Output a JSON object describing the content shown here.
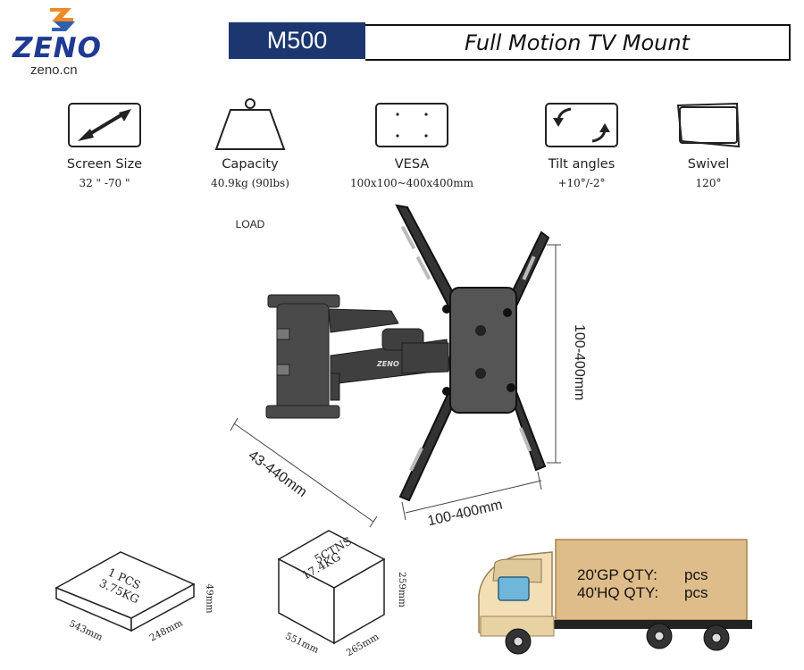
{
  "brand": {
    "name": "ZENO",
    "url": "zeno.cn"
  },
  "header": {
    "model": "M500",
    "title": "Full Motion TV Mount"
  },
  "specs": [
    {
      "name": "Screen Size",
      "value": "32 \" -70 \"",
      "icon": "diagonal-arrow-icon"
    },
    {
      "name": "Capacity",
      "value": "40.9kg (90lbs)",
      "icon": "weight-icon",
      "icon_label": "LOAD"
    },
    {
      "name": "VESA",
      "value": "100x100~400x400mm",
      "icon": "vesa-holes-icon"
    },
    {
      "name": "Tilt angles",
      "value": "+10°/-2°",
      "icon": "tilt-arrows-icon"
    },
    {
      "name": "Swivel",
      "value": "120°",
      "icon": "swivel-icon"
    }
  ],
  "product": {
    "arm_brand": "ZENO",
    "dim_height": "100-400mm",
    "dim_width": "100-400mm",
    "dim_extension": "43-440mm"
  },
  "package_single": {
    "label_line1": "1 PCS",
    "label_line2": "3.75KG",
    "length": "543mm",
    "width": "248mm",
    "height": "49mm"
  },
  "package_carton": {
    "label_line1": "5CTNS",
    "label_line2": "17.4KG",
    "length": "551mm",
    "width": "265mm",
    "height": "259mm"
  },
  "shipping": {
    "gp20_label": "20'GP QTY:",
    "gp20_unit": "pcs",
    "hq40_label": "40'HQ QTY:",
    "hq40_unit": "pcs"
  },
  "colors": {
    "brand_blue": "#1c3770",
    "logo_orange": "#f08a24",
    "truck_cargo": "#dfbd8a",
    "truck_cab": "#f2dfb5"
  }
}
